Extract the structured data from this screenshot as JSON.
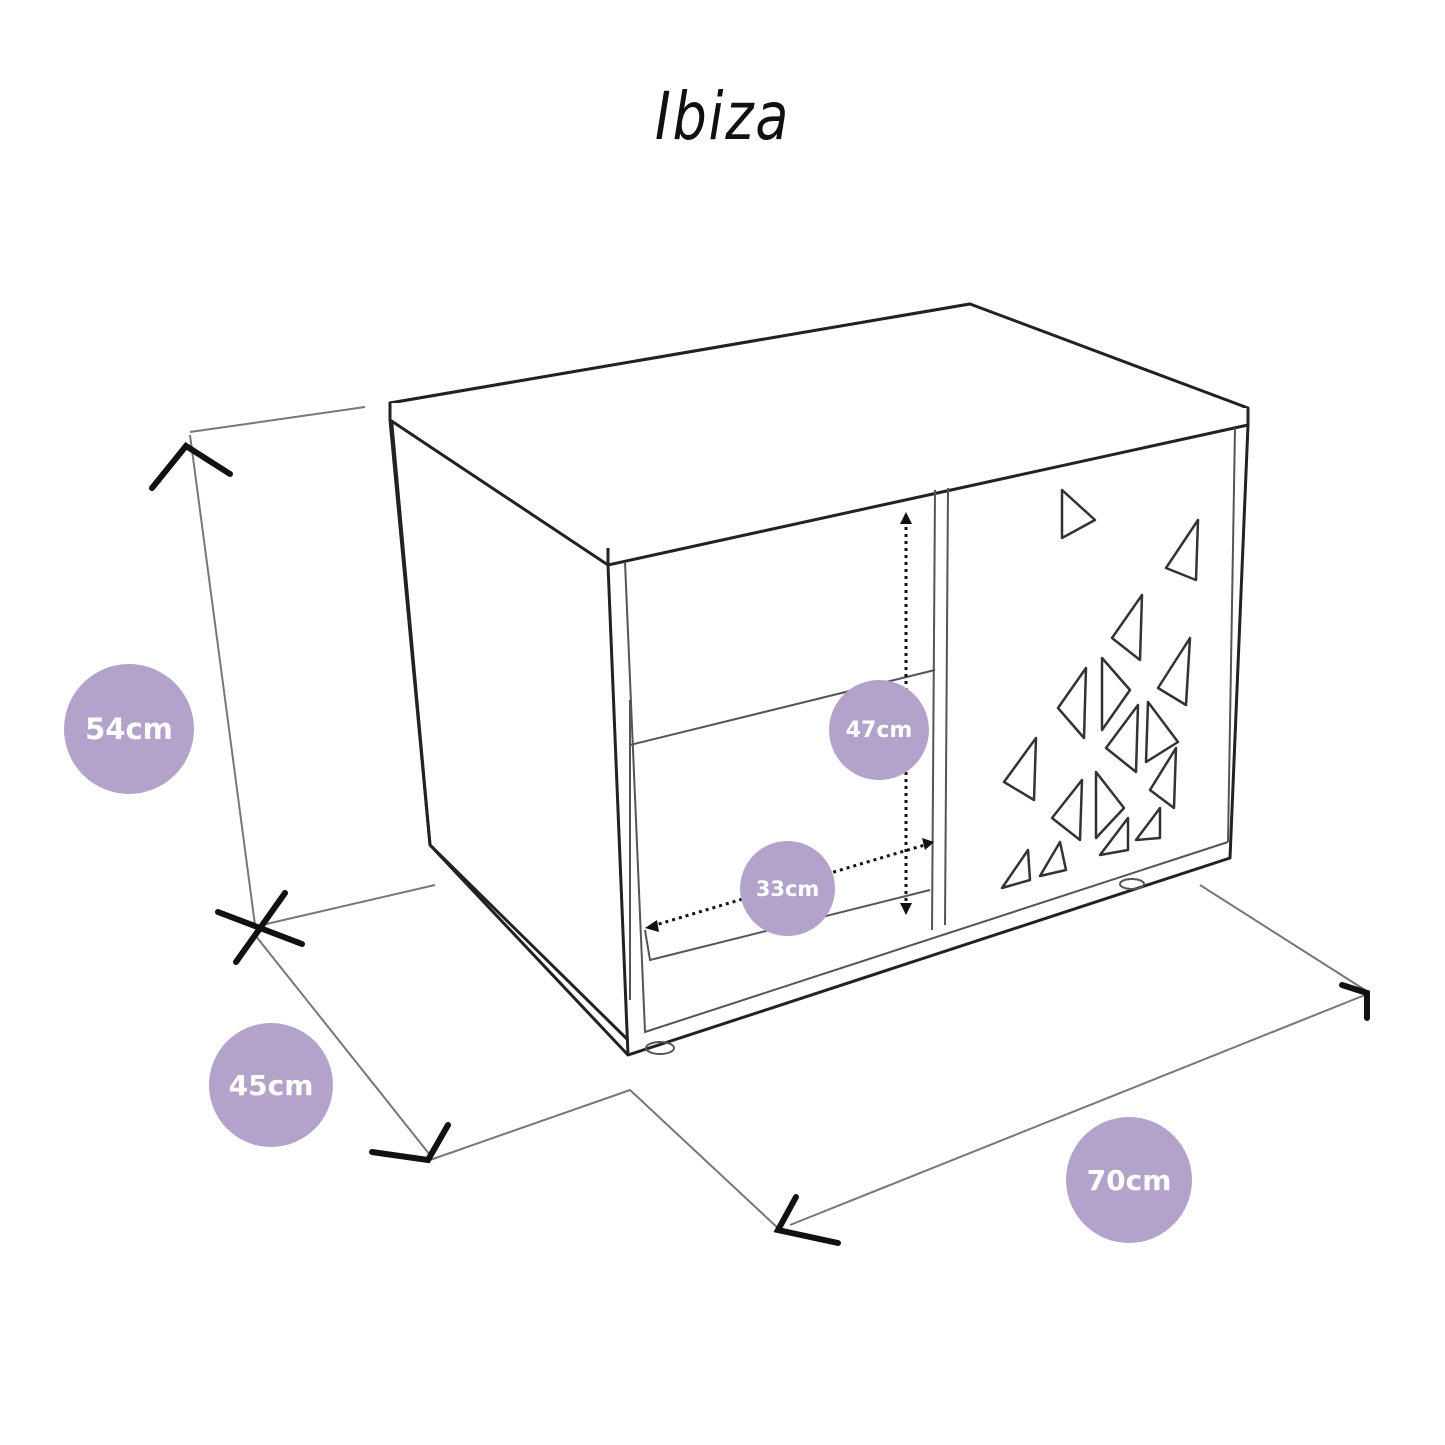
{
  "title": "Ibiza",
  "colors": {
    "badge": "#b3a3cb",
    "line": "#111111",
    "dim_line": "#888888"
  },
  "dimensions": {
    "height": "54cm",
    "depth": "45cm",
    "width": "70cm",
    "inner_height": "47cm",
    "inner_depth": "33cm"
  }
}
